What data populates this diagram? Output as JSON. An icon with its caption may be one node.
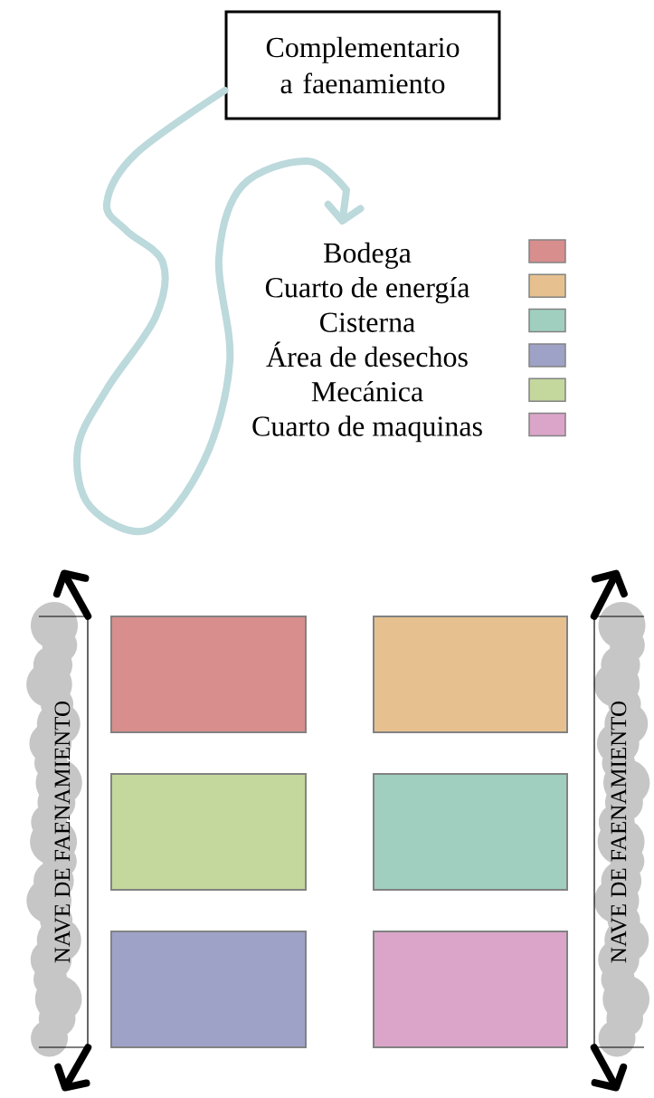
{
  "diagram": {
    "nodes": [
      {
        "text": [
          "Complementario a faenamiento"
        ]
      },
      {
        "text": [
          "NAVE DE FAENAMIENTO"
        ]
      },
      {
        "text": [],
        "shape": "box"
      },
      {
        "text": [],
        "shape": "box"
      },
      {
        "text": [],
        "shape": "box"
      },
      {
        "text": [],
        "shape": "box"
      },
      {
        "text": [],
        "shape": "box"
      },
      {
        "text": [],
        "shape": "box"
      },
      {
        "text": [
          "NAVE DE FAENAMIENTO"
        ]
      }
    ],
    "edges": [
      {
        "from": 0,
        "to": null,
        "arrow": "to",
        "color": "#bcd9dc"
      },
      {
        "from": 1,
        "to": null,
        "arrow": "to"
      },
      {
        "from": 1,
        "to": null,
        "arrow": "to"
      },
      {
        "from": 8,
        "to": null,
        "arrow": "to"
      },
      {
        "from": 8,
        "to": null,
        "arrow": "to"
      }
    ],
    "legend": [
      {
        "text": "Bodega",
        "color": "#d78e8d"
      },
      {
        "text": "Cuarto de energía",
        "color": "#e6c18f"
      },
      {
        "text": "Cisterna",
        "color": "#a0cfbf"
      },
      {
        "text": "Área de desechos",
        "color": "#9fa2c7"
      },
      {
        "text": "Mecánica",
        "color": "#c4d89d"
      },
      {
        "text": "Cuarto de maquinas",
        "color": "#dba5c9"
      }
    ]
  }
}
